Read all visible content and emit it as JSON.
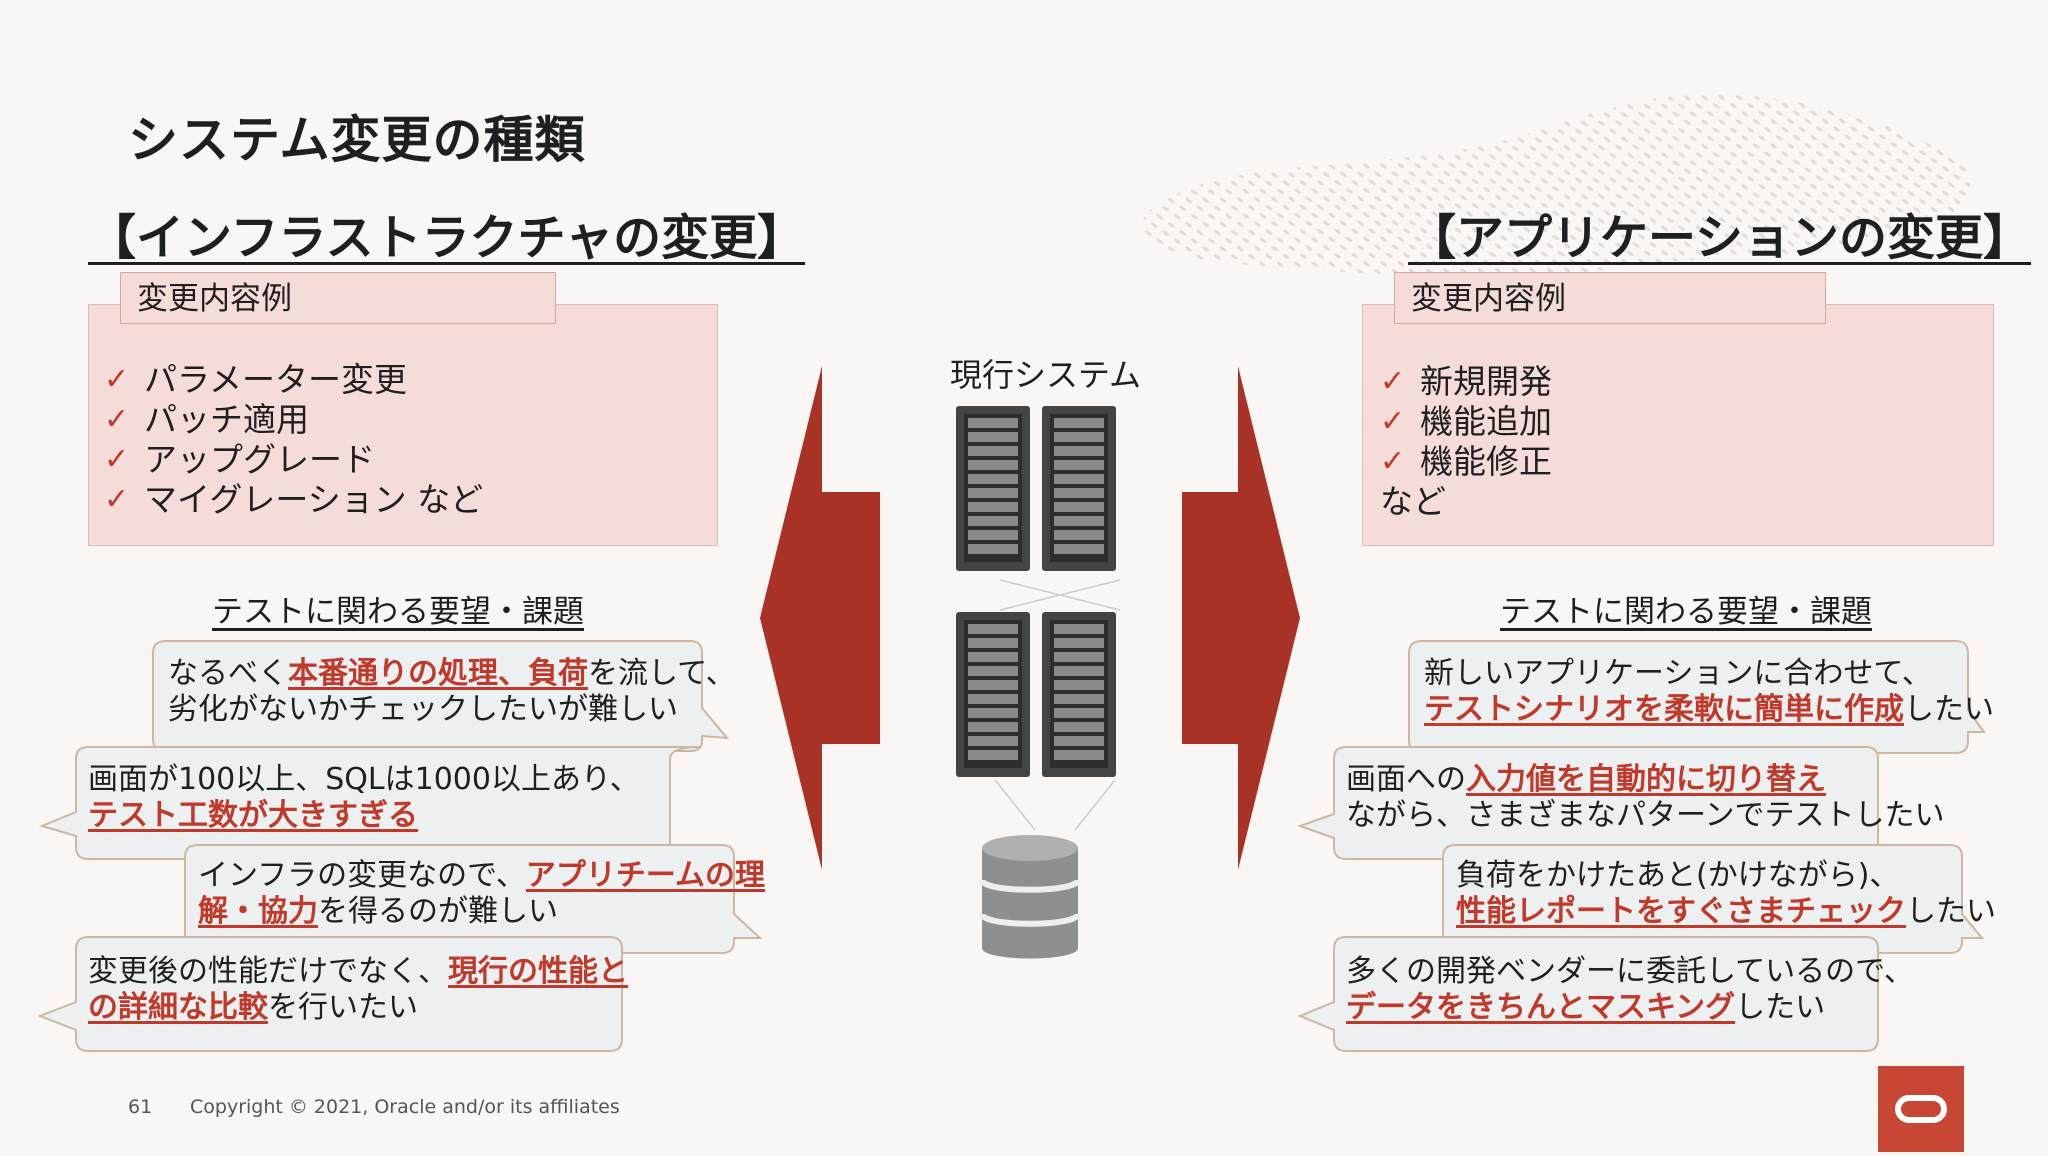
{
  "title": "システム変更の種類",
  "left": {
    "section_title": "【インフラストラクチャの変更】",
    "examples_label": "変更内容例",
    "examples": [
      "パラメーター変更",
      "パッチ適用",
      "アップグレード",
      "マイグレーション など"
    ],
    "requests_heading": "テストに関わる要望・課題",
    "bubbles": [
      {
        "l1a": "なるべく",
        "l1b": "本番通りの処理、負荷",
        "l1c": "を流して、",
        "l2": "劣化がないかチェックしたいが難しい"
      },
      {
        "l1": "画面が100以上、SQLは1000以上あり、",
        "l2b": "テスト工数が大きすぎる"
      },
      {
        "l1a": "インフラの変更なので、",
        "l1b": "アプリチームの理",
        "l2b": "解・協力",
        "l2c": "を得るのが難しい"
      },
      {
        "l1a": "変更後の性能だけでなく、",
        "l1b": "現行の性能と",
        "l2b": "の詳細な比較",
        "l2c": "を行いたい"
      }
    ]
  },
  "right": {
    "section_title": "【アプリケーションの変更】",
    "examples_label": "変更内容例",
    "examples": [
      "新規開発",
      "機能追加",
      "機能修正"
    ],
    "examples_tail": "など",
    "requests_heading": "テストに関わる要望・課題",
    "bubbles": [
      {
        "l1": "新しいアプリケーションに合わせて、",
        "l2b": "テストシナリオを柔軟に簡単に作成",
        "l2c": "したい"
      },
      {
        "l1a": "画面への",
        "l1b": "入力値を自動的に切り替え",
        "l2": "ながら、さまざまなパターンでテストしたい"
      },
      {
        "l1": "負荷をかけたあと(かけながら)、",
        "l2b": "性能レポートをすぐさまチェック",
        "l2c": "したい"
      },
      {
        "l1": "多くの開発ベンダーに委託しているので、",
        "l2b": "データをきちんとマスキング",
        "l2c": "したい"
      }
    ]
  },
  "center": {
    "label": "現行システム"
  },
  "footer": {
    "page": "61",
    "copyright": "Copyright © 2021, Oracle and/or its affiliates"
  },
  "colors": {
    "accent": "#c0392b",
    "arrow": "#a93226",
    "box": "#f6dcd8",
    "bubble": "#edf0f0",
    "logo": "#c74634"
  }
}
